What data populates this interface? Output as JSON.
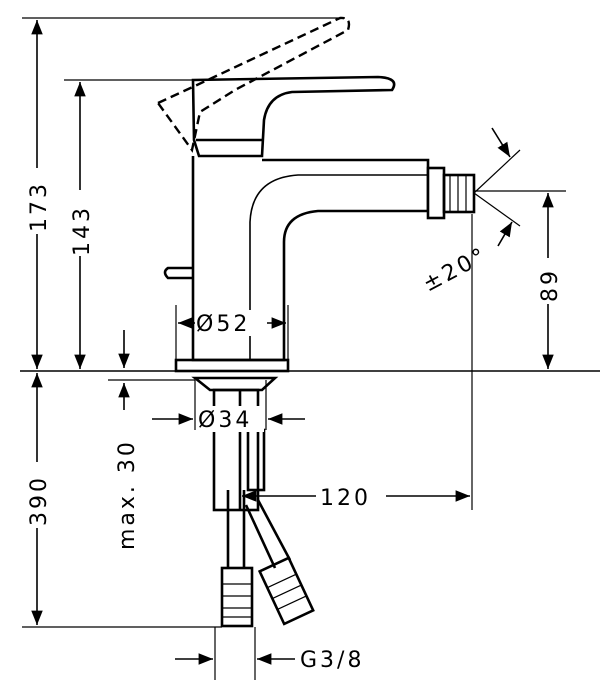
{
  "dimensions": {
    "height_total": "173",
    "height_spout": "143",
    "body_diameter": "Ø52",
    "spout_height": "89",
    "swivel_angle": "±20°",
    "deck_thickness": "max. 30",
    "hole_diameter": "Ø34",
    "below_deck": "390",
    "projection": "120",
    "connection_thread": "G3/8"
  }
}
